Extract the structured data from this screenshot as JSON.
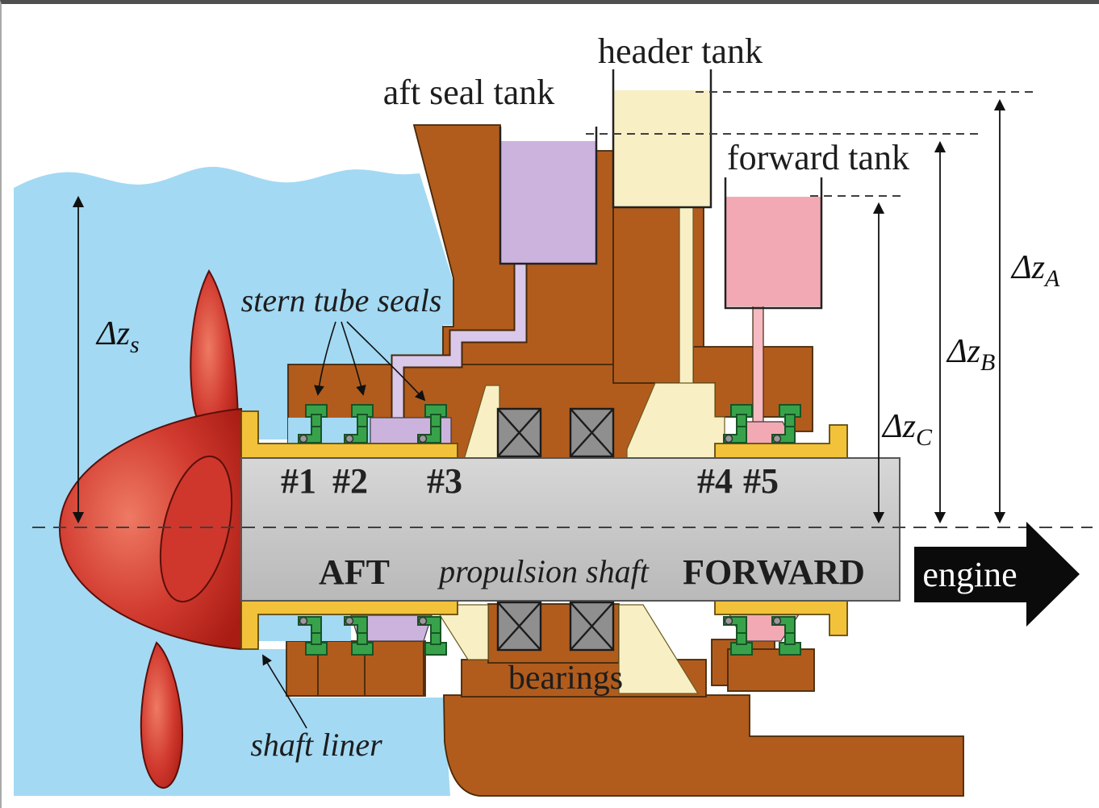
{
  "labels": {
    "aft_seal_tank": "aft seal tank",
    "header_tank": "header tank",
    "forward_tank": "forward tank",
    "stern_tube_seals": "stern tube seals",
    "shaft_liner": "shaft liner",
    "bearings": "bearings",
    "aft": "AFT",
    "propulsion_shaft": "propulsion shaft",
    "forward": "FORWARD",
    "engine": "engine"
  },
  "seal_positions": [
    "#1",
    "#2",
    "#3",
    "#4",
    "#5"
  ],
  "measurements": {
    "dz_s": {
      "symbol": "Δz",
      "subscript": "s"
    },
    "dz_a": {
      "symbol": "Δz",
      "subscript": "A"
    },
    "dz_b": {
      "symbol": "Δz",
      "subscript": "B"
    },
    "dz_c": {
      "symbol": "Δz",
      "subscript": "C"
    }
  },
  "colors": {
    "water": "#a3d9f3",
    "housing_brown": "#b15c1d",
    "shaft_gray": "#c8c8c8",
    "liner_yellow": "#f2c23a",
    "seal_green": "#38a24b",
    "propeller_red": "#d13a2f",
    "header_tank_fluid": "#f8efc5",
    "aft_seal_tank_fluid": "#ccb3de",
    "forward_tank_fluid": "#f3a9b3",
    "bearing_gray": "#8f8f8f",
    "engine_arrow": "#0b0b0b"
  }
}
